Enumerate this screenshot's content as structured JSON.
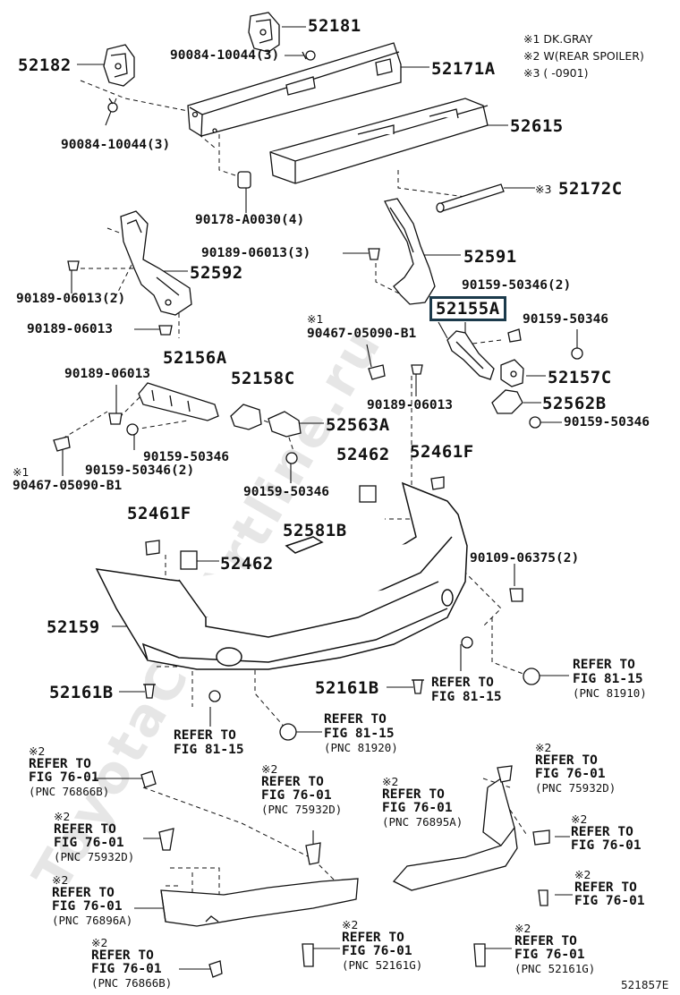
{
  "notes": [
    "※1 DK.GRAY",
    "※2 W(REAR SPOILER)",
    "※3 (      -0901)"
  ],
  "watermark": "ToyotaCarArtline.ru",
  "diagram_code": "521857E",
  "labels": {
    "p52181": "52181",
    "p52182": "52182",
    "p90084a": "90084-10044(3)",
    "p52171a": "52171A",
    "p90084b": "90084-10044(3)",
    "p52615": "52615",
    "p90178": "90178-A0030(4)",
    "p52172c_mark": "※3",
    "p52172c": "52172C",
    "p90189a": "90189-06013(3)",
    "p52591": "52591",
    "p52592": "52592",
    "p90189b": "90189-06013(2)",
    "p90159a": "90159-50346(2)",
    "p52155a": "52155A",
    "p90189c": "90189-06013",
    "p90467a_mark": "※1",
    "p90467a": "90467-05090-B1",
    "p90159b": "90159-50346",
    "p52156a": "52156A",
    "p90189d": "90189-06013",
    "p52158c": "52158C",
    "p52157c": "52157C",
    "p90189e": "90189-06013",
    "p52562b": "52562B",
    "p52563a": "52563A",
    "p90159c": "90159-50346",
    "p90159d": "90159-50346",
    "p90159e": "90159-50346(2)",
    "p90467b_mark": "※1",
    "p90467b": "90467-05090-B1",
    "p52462a": "52462",
    "p52461fa": "52461F",
    "p90159f": "90159-50346",
    "p52461fb": "52461F",
    "p52581b": "52581B",
    "p90109": "90109-06375(2)",
    "p52462b": "52462",
    "p52159": "52159",
    "p52161b_l": "52161B",
    "p52161b_r": "52161B"
  },
  "refs": {
    "r1": [
      "REFER TO",
      "FIG 81-15"
    ],
    "r2": [
      "REFER TO",
      "FIG 81-15",
      "(PNC 81910)"
    ],
    "r3": [
      "REFER TO",
      "FIG 81-15"
    ],
    "r4": [
      "REFER TO",
      "FIG 81-15",
      "(PNC 81920)"
    ],
    "r5": [
      "※2",
      "REFER TO",
      "FIG 76-01",
      "(PNC 76866B)"
    ],
    "r6": [
      "※2",
      "REFER TO",
      "FIG 76-01",
      "(PNC 75932D)"
    ],
    "r7": [
      "※2",
      "REFER TO",
      "FIG 76-01",
      "(PNC 76895A)"
    ],
    "r8": [
      "※2",
      "REFER TO",
      "FIG 76-01",
      "(PNC 75932D)"
    ],
    "r9": [
      "※2",
      "REFER TO",
      "FIG 76-01",
      "(PNC 75932D)"
    ],
    "r10": [
      "※2",
      "REFER TO",
      "FIG 76-01"
    ],
    "r11": [
      "※2",
      "REFER TO",
      "FIG 76-01",
      "(PNC 76896A)"
    ],
    "r12": [
      "※2",
      "REFER TO",
      "FIG 76-01"
    ],
    "r13": [
      "※2",
      "REFER TO",
      "FIG 76-01",
      "(PNC 76866B)"
    ],
    "r14": [
      "※2",
      "REFER TO",
      "FIG 76-01",
      "(PNC 52161G)"
    ],
    "r15": [
      "※2",
      "REFER TO",
      "FIG 76-01",
      "(PNC 52161G)"
    ]
  }
}
